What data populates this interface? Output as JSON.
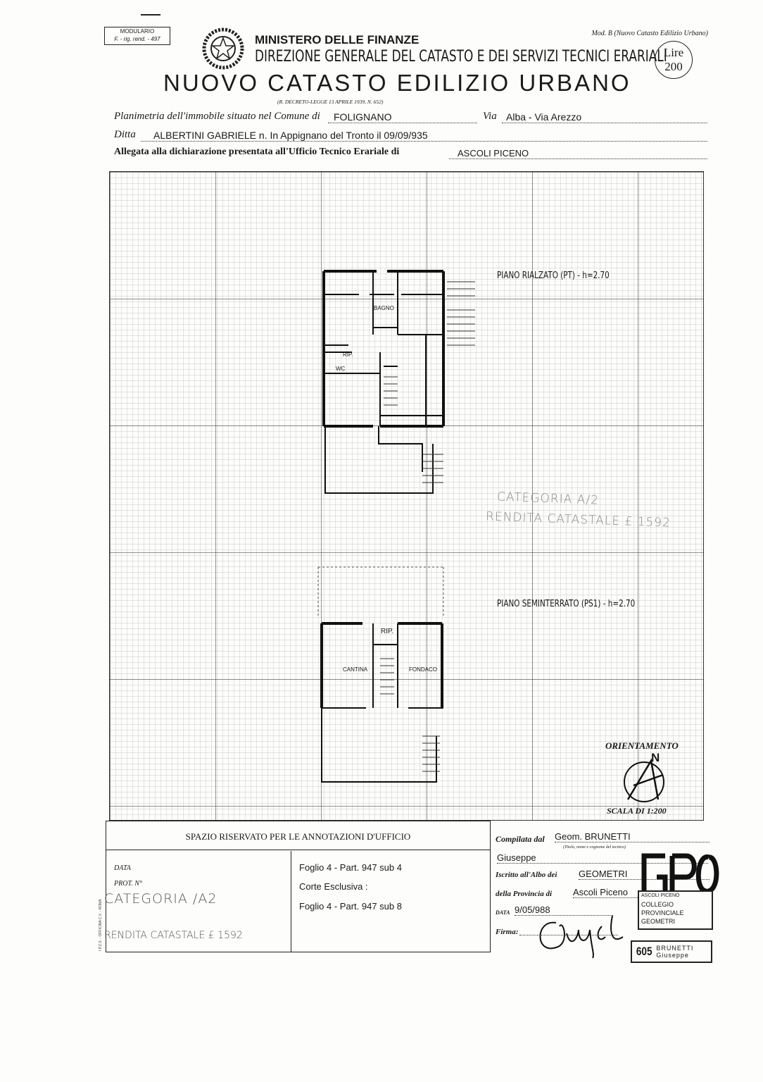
{
  "header": {
    "modulario_line1": "MODULARIO",
    "modulario_line2": "F. - rig. rend. - 497",
    "model": "Mod. B (Nuovo Catasto Edilizio Urbano)",
    "ministry": "MINISTERO DELLE FINANZE",
    "direction": "DIREZIONE GENERALE DEL CATASTO E DEI SERVIZI TECNICI ERARIALI",
    "title": "NUOVO CATASTO EDILIZIO URBANO",
    "decree": "(R. DECRETO-LEGGE 13 APRILE 1939, N. 652)",
    "stamp_lire": "Lire",
    "stamp_value": "200"
  },
  "fields": {
    "comune_label": "Planimetria dell'immobile situato nel Comune di",
    "comune_value": "FOLIGNANO",
    "via_label": "Via",
    "via_value": "Alba - Via Arezzo",
    "ditta_label": "Ditta",
    "ditta_value": "ALBERTINI GABRIELE n. In Appignano del Tronto il 09/09/935",
    "ufficio_label": "Allegata alla dichiarazione presentata all'Ufficio Tecnico Erariale di",
    "ufficio_value": "ASCOLI PICENO"
  },
  "plan": {
    "floor1": "PIANO RIALZATO (PT) - h=2.70",
    "floor2": "PIANO SEMINTERRATO (PS1) - h=2.70",
    "rooms1": [
      "BAGNO",
      "RIP.",
      "WC"
    ],
    "rooms2": [
      "CANTINA",
      "RIP.",
      "FONDACO"
    ],
    "orientation_label": "ORIENTAMENTO",
    "north": "N",
    "scale": "SCALA DI 1:200",
    "pencil_line1": "CATEGORIA A/2",
    "pencil_line2": "RENDITA CATASTALE £ 1592"
  },
  "office": {
    "title": "SPAZIO RISERVATO PER LE ANNOTAZIONI D'UFFICIO",
    "data_label": "DATA",
    "prot_label": "PROT. N°",
    "handwritten1": "CATEGORIA /A2",
    "handwritten2": "RENDITA CATASTALE £ 1592",
    "line1": "Foglio 4 - Part. 947 sub 4",
    "line2": "Corte Esclusiva :",
    "line3": "Foglio 4 - Part. 947 sub 8",
    "printer": "I.P.Z.S. - OFFICINA C.V. - ROMA"
  },
  "compiler": {
    "compilata_label": "Compilata dal",
    "compilata_value": "Geom. BRUNETTI",
    "caption": "(Titolo, nome e cognome del tecnico)",
    "name_value": "Giuseppe",
    "albo_label": "Iscritto all'Albo dei",
    "albo_value": "GEOMETRI",
    "provincia_label": "della Provincia di",
    "provincia_value": "Ascoli Piceno",
    "data_label": "DATA",
    "data_value": "9/05/988",
    "firma_label": "Firma:",
    "stamp_lines": [
      "ASCOLI PICENO",
      "COLLEGIO",
      "PROVINCIALE",
      "GEOMETRI"
    ],
    "stamp_number": "605",
    "stamp_name1": "BRUNETTI",
    "stamp_name2": "Giuseppe"
  }
}
